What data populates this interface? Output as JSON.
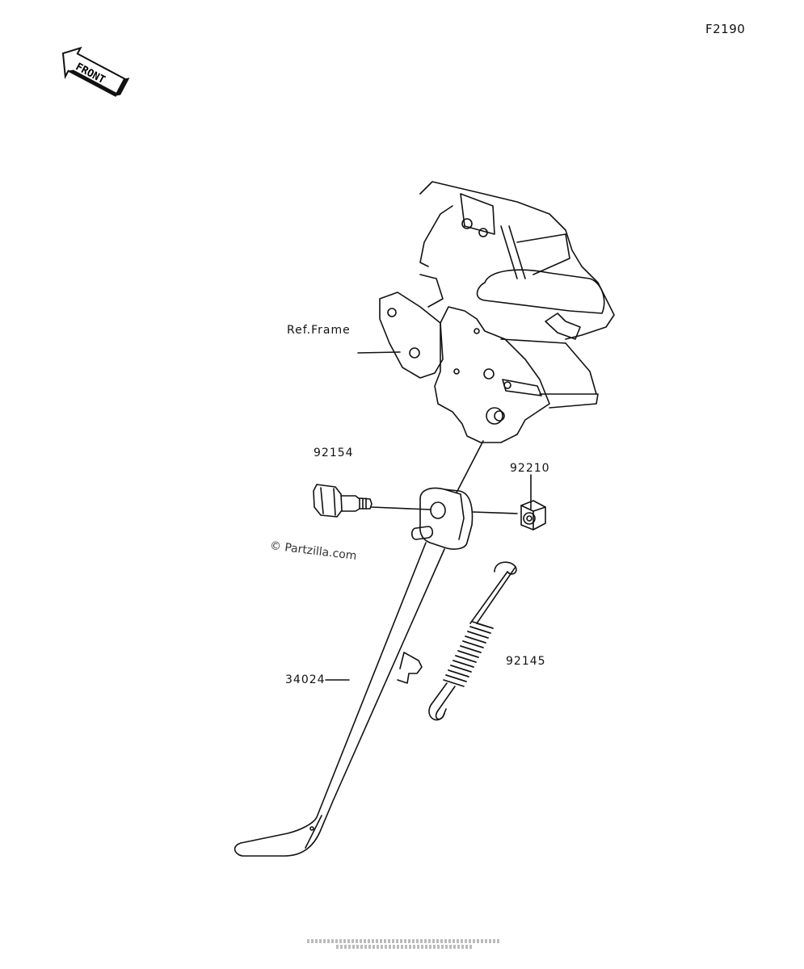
{
  "figure_code": "F2190",
  "front_arrow": {
    "text": "FRONT",
    "icon": "front-direction-arrow-icon"
  },
  "labels": {
    "ref_frame": "Ref.Frame",
    "part_92154": "92154",
    "part_92210": "92210",
    "part_34024": "34024",
    "part_92145": "92145"
  },
  "watermark": "© Partzilla.com",
  "parts": [
    {
      "number": "92154",
      "name": "bolt"
    },
    {
      "number": "92210",
      "name": "nut"
    },
    {
      "number": "34024",
      "name": "side stand"
    },
    {
      "number": "92145",
      "name": "spring"
    }
  ],
  "colors": {
    "line": "#111111",
    "background": "#ffffff"
  }
}
